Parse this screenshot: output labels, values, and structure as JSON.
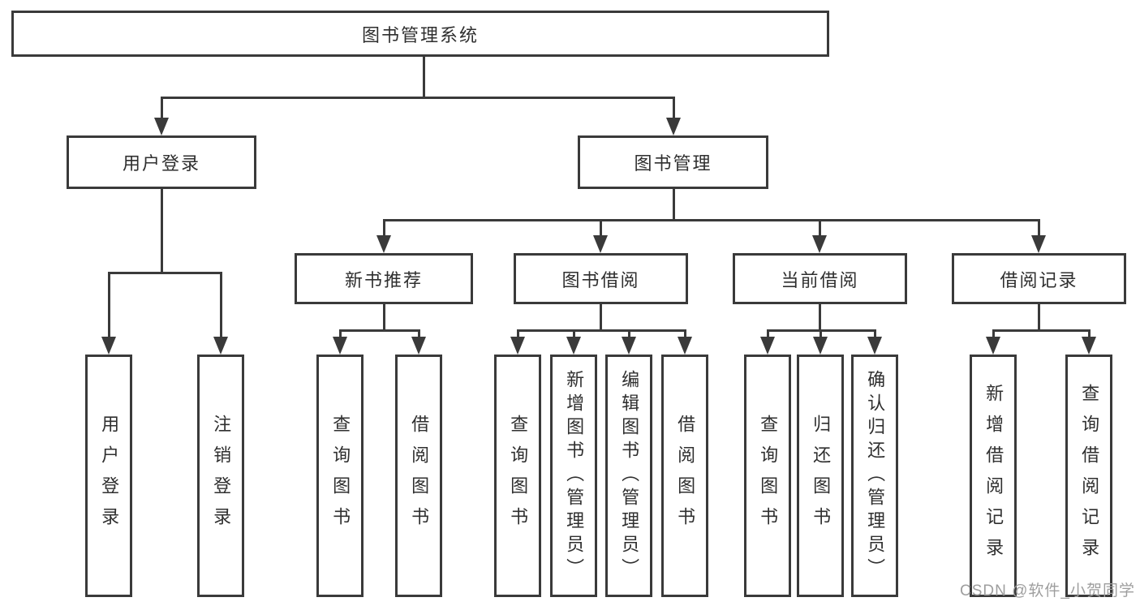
{
  "tree": {
    "root": {
      "label": "图书管理系统",
      "children": [
        {
          "label": "用户登录",
          "children": [
            {
              "label": "用户登录"
            },
            {
              "label": "注销登录"
            }
          ]
        },
        {
          "label": "图书管理",
          "children": [
            {
              "label": "新书推荐",
              "children": [
                {
                  "label": "查询图书"
                },
                {
                  "label": "借阅图书"
                }
              ]
            },
            {
              "label": "图书借阅",
              "children": [
                {
                  "label": "查询图书"
                },
                {
                  "label": "新增图书（管理员）"
                },
                {
                  "label": "编辑图书（管理员）"
                },
                {
                  "label": "借阅图书"
                }
              ]
            },
            {
              "label": "当前借阅",
              "children": [
                {
                  "label": "查询图书"
                },
                {
                  "label": "归还图书"
                },
                {
                  "label": "确认归还（管理员）"
                }
              ]
            },
            {
              "label": "借阅记录",
              "children": [
                {
                  "label": "新增借阅记录"
                },
                {
                  "label": "查询借阅记录"
                }
              ]
            }
          ]
        }
      ]
    }
  },
  "watermark": {
    "text": "CSDN @软件_小贺同学"
  },
  "colors": {
    "line": "#3a3a3a",
    "text": "#2f2f2f",
    "background": "#ffffff",
    "watermark": "#9e9e9e"
  }
}
